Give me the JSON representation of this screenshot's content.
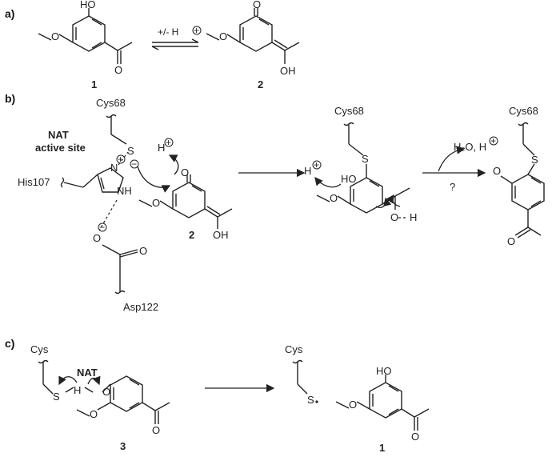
{
  "panels": {
    "a": "a)",
    "b": "b)",
    "c": "c)"
  },
  "compounds": {
    "c1": "1",
    "c2": "2",
    "c3": "3"
  },
  "atoms": {
    "HO": "HO",
    "O": "O",
    "OH": "OH",
    "S": "S",
    "H": "H",
    "N": "N",
    "NH": "NH"
  },
  "eq_label": "+/- H",
  "residues": {
    "cys68": "Cys68",
    "his107": "His107",
    "asp122": "Asp122",
    "cys": "Cys"
  },
  "active_site": {
    "line1": "NAT",
    "line2": "active site"
  },
  "water_label": "H₂O, H",
  "question": "?",
  "nat_label": "NAT",
  "charges": {
    "plus": "+",
    "minus": "−"
  }
}
